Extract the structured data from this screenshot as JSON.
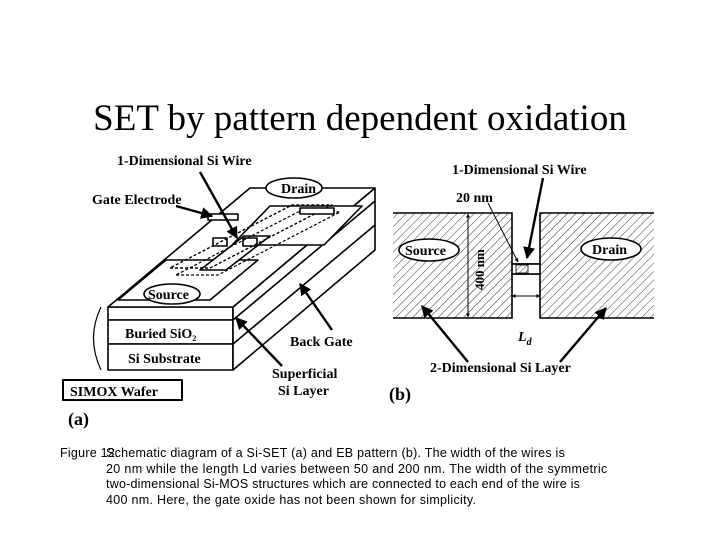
{
  "slide": {
    "title": "SET by pattern dependent oxidation"
  },
  "panel_a": {
    "label": "(a)",
    "labels": {
      "wire": "1-Dimensional Si Wire",
      "gate": "Gate Electrode",
      "drain": "Drain",
      "source": "Source",
      "buried_oxide": "Buried SiO₂",
      "substrate": "Si Substrate",
      "back_gate": "Back Gate",
      "superficial": "Superficial",
      "si_layer": "Si Layer",
      "wafer": "SIMOX Wafer"
    }
  },
  "panel_b": {
    "label": "(b)",
    "labels": {
      "wire": "1-Dimensional Si Wire",
      "width": "20 nm",
      "source": "Source",
      "drain": "Drain",
      "height": "400 nm",
      "length": "L",
      "length_sub": "d",
      "layer": "2-Dimensional Si Layer"
    }
  },
  "caption": {
    "label": "Figure 12.",
    "lines": [
      "Schematic diagram of a Si-SET (a) and EB pattern (b). The width of the wires is",
      "20 nm while the length Ld varies between 50 and 200 nm. The width of the symmetric",
      "two-dimensional Si-MOS structures which are connected to each end of the wire is",
      "400 nm. Here, the gate oxide has not been shown for simplicity."
    ]
  }
}
